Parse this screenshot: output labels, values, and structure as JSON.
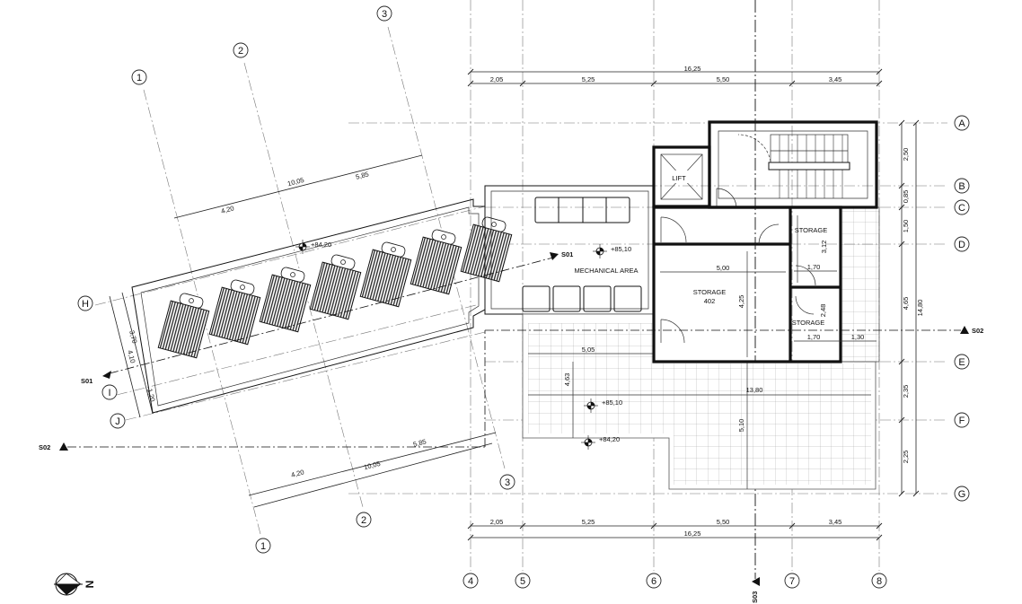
{
  "grid_bubbles": {
    "letters": [
      "A",
      "B",
      "C",
      "D",
      "E",
      "F",
      "G"
    ],
    "numbers": [
      "4",
      "5",
      "6",
      "7",
      "8"
    ],
    "rotated_numbers_top": [
      "1",
      "2",
      "3"
    ],
    "rotated_numbers_bottom": [
      "3",
      "2",
      "1"
    ],
    "rotated_letters": [
      "H",
      "I",
      "J"
    ]
  },
  "dimensions": {
    "top_total": "16,25",
    "top_segments": [
      "2,05",
      "5,25",
      "5,50",
      "3,45"
    ],
    "bottom_total": "16,25",
    "bottom_segments": [
      "2,05",
      "5,25",
      "5,50",
      "3,45"
    ],
    "right_segments": [
      "2,50",
      "0,85",
      "1,50",
      "4,65",
      "2,35",
      "2,25"
    ],
    "right_total": "14,80",
    "rotated_top": [
      "4,20",
      "10,05",
      "5,85"
    ],
    "rotated_bottom": [
      "4,20",
      "10,05",
      "5,85"
    ],
    "rotated_left": [
      "3,70",
      "4,10",
      "1,20"
    ],
    "storage_width": "5,00",
    "storage_depth": "4,25",
    "small_storage_height": "3,12",
    "small_storage_width": "1,70",
    "small_storage2_height": "2,48",
    "small_storage2_width": "1,70",
    "side_width": "1,30",
    "terrace_width": "13,80",
    "terrace_left": "5,05",
    "terrace_depth": "4,63",
    "terrace_depth2": "5,10"
  },
  "rooms": {
    "lift": "LIFT",
    "mechanical": "MECHANICAL AREA",
    "storage_main_name": "STORAGE",
    "storage_main_number": "402",
    "storage_small1": "STORAGE",
    "storage_small2": "STORAGE"
  },
  "levels": {
    "mech_level": "+85,10",
    "panel_level": "+84,20",
    "terrace_level": "+85,10",
    "lower_level": "+84,20"
  },
  "sections": {
    "s01_left": "S01",
    "s01_right": "S01",
    "s02_left": "S02",
    "s02_right": "S02",
    "s03": "S03"
  },
  "north_label": "N",
  "icons": [
    "north-arrow-icon",
    "level-marker-icon",
    "section-arrow-icon",
    "solar-panel-icon"
  ]
}
